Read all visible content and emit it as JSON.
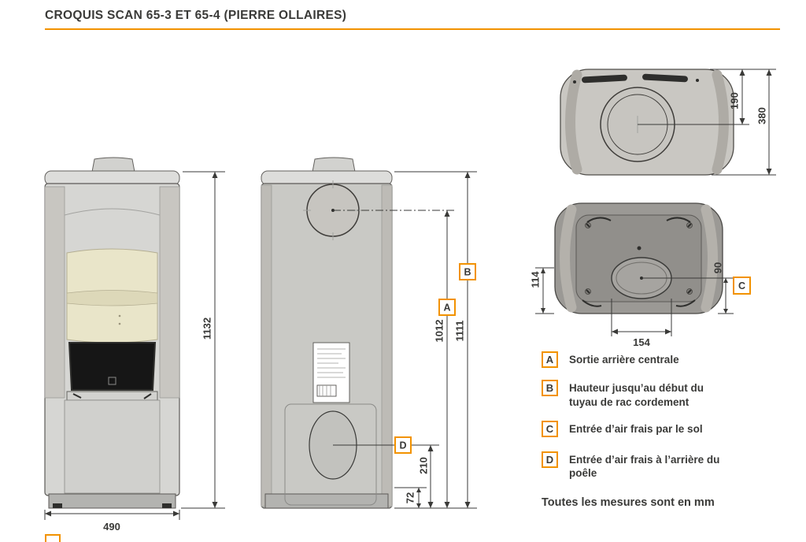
{
  "colors": {
    "accent": "#F29200",
    "ink": "#3A3A38"
  },
  "header": {
    "title": "CROQUIS SCAN 65-3 ET 65-4 (PIERRE OLLAIRES)"
  },
  "dims": {
    "front_height": "1132",
    "front_width": "490",
    "rear_height_b": "1111",
    "rear_height_a": "1012",
    "rear_air_height": "210",
    "rear_air_bottom": "72",
    "top_flue_offset": "190",
    "top_depth": "380",
    "bottom_left": "114",
    "bottom_right": "90",
    "bottom_width": "154"
  },
  "labels": {
    "a": "A",
    "b": "B",
    "c": "C",
    "d": "D"
  },
  "legend": {
    "items": [
      {
        "key": "A",
        "text": "Sortie arrière centrale"
      },
      {
        "key": "B",
        "text": "Hauteur jusqu’au début du tuyau de rac cordement"
      },
      {
        "key": "C",
        "text": "Entrée d’air frais par le sol"
      },
      {
        "key": "D",
        "text": "Entrée d’air frais à l’arrière du poêle"
      }
    ],
    "note": "Toutes les mesures sont en mm"
  }
}
